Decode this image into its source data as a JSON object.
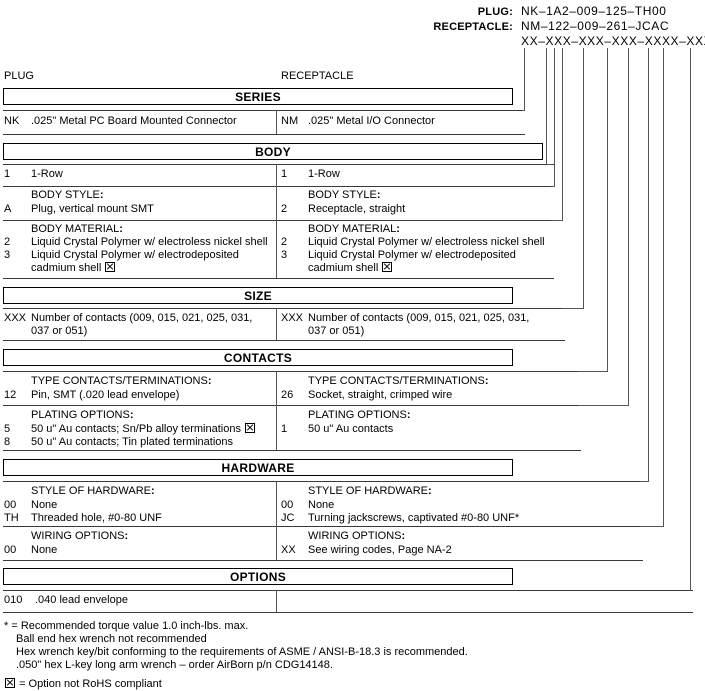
{
  "header": {
    "plug_label": "PLUG:",
    "plug_value": "NK–1A2–009–125–TH00",
    "receptacle_label": "RECEPTACLE:",
    "receptacle_value": "NM–122–009–261–JCAC",
    "template": "XX–XXX–XXX–XXX–XXXX–XXX"
  },
  "columns": {
    "left": "PLUG",
    "right": "RECEPTACLE"
  },
  "sections": {
    "series": {
      "title": "SERIES",
      "left_code": "NK",
      "left_text": ".025\" Metal PC Board Mounted Connector",
      "right_code": "NM",
      "right_text": ".025\" Metal I/O Connector"
    },
    "body": {
      "title": "BODY",
      "rows": [
        {
          "label": "",
          "left_code": "1",
          "left_text": "1-Row",
          "right_code": "1",
          "right_text": "1-Row"
        },
        {
          "label": "BODY STYLE",
          "left_code": "A",
          "left_text": "Plug, vertical mount SMT",
          "right_code": "2",
          "right_text": "Receptacle, straight"
        },
        {
          "label": "BODY MATERIAL",
          "left_code": "2",
          "left_text": "Liquid Crystal Polymer w/ electroless nickel shell",
          "left_code2": "3",
          "left_text2": "Liquid Crystal Polymer w/ electrodeposited",
          "left_text2b": "cadmium shell",
          "right_code": "2",
          "right_text": "Liquid Crystal Polymer w/ electroless nickel shell",
          "right_code2": "3",
          "right_text2": "Liquid Crystal Polymer w/ electrodeposited",
          "right_text2b": "cadmium shell"
        }
      ]
    },
    "size": {
      "title": "SIZE",
      "left_code": "XXX",
      "left_text": "Number of contacts (009, 015, 021, 025, 031,",
      "left_text2": "037 or 051)",
      "right_code": "XXX",
      "right_text": "Number of contacts (009, 015, 021, 025, 031,",
      "right_text2": "037 or 051)"
    },
    "contacts": {
      "title": "CONTACTS",
      "rows": [
        {
          "label": "TYPE CONTACTS/TERMINATIONS",
          "left_code": "12",
          "left_text": "Pin, SMT (.020 lead envelope)",
          "right_code": "26",
          "right_text": "Socket, straight, crimped wire"
        },
        {
          "label": "PLATING OPTIONS",
          "left_code": "5",
          "left_text": "50 u\" Au contacts; Sn/Pb alloy terminations",
          "left_code2": "8",
          "left_text2": "50 u\" Au contacts; Tin plated terminations",
          "right_code": "1",
          "right_text": "50 u\" Au contacts"
        }
      ]
    },
    "hardware": {
      "title": "HARDWARE",
      "rows": [
        {
          "label": "STYLE OF HARDWARE",
          "left_code": "00",
          "left_text": "None",
          "left_code2": "TH",
          "left_text2": "Threaded hole, #0-80 UNF",
          "right_code": "00",
          "right_text": "None",
          "right_code2": "JC",
          "right_text2": "Turning jackscrews, captivated #0-80 UNF*"
        },
        {
          "label": "WIRING OPTIONS",
          "left_code": "00",
          "left_text": "None",
          "right_code": "XX",
          "right_text": "See wiring codes, Page NA-2"
        }
      ]
    },
    "options": {
      "title": "OPTIONS",
      "left_code": "010",
      "left_text": ".040 lead envelope"
    }
  },
  "footnotes": {
    "asterisk": [
      "* = Recommended torque value 1.0 inch-lbs. max.",
      "Ball end hex wrench not recommended",
      "Hex wrench key/bit conforming to the requirements of ASME / ANSI-B-18.3 is recommended.",
      ".050\" hex L-key long arm wrench – order AirBorn p/n CDG14148."
    ],
    "rohs": "= Option not RoHS compliant"
  }
}
